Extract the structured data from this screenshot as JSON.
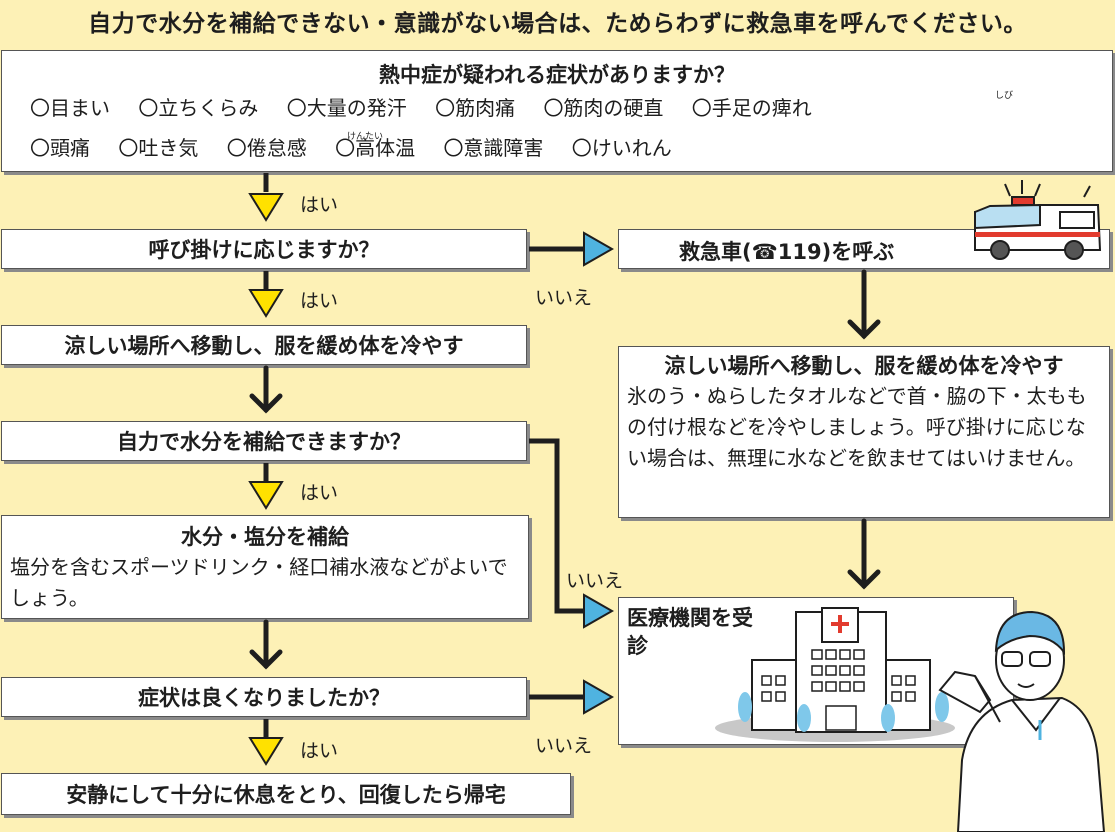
{
  "header": {
    "title": "自力で水分を補給できない・意識がない場合は、ためらわずに救急車を呼んでください。"
  },
  "q1": {
    "title": "熱中症が疑われる症状がありますか？",
    "row1": [
      "〇目まい",
      "〇立ちくらみ",
      "〇大量の発汗",
      "〇筋肉痛",
      "〇筋肉の硬直",
      "〇手足の痺れ"
    ],
    "row2": [
      "〇頭痛",
      "〇吐き気",
      "〇倦怠感",
      "〇高体温",
      "〇意識障害",
      "〇けいれん"
    ],
    "ruby_shibire": "しび",
    "ruby_kentai": "けんたい"
  },
  "labels": {
    "yes": "はい",
    "no": "いいえ"
  },
  "left": {
    "q2": "呼び掛けに応じますか？",
    "step1": "涼しい場所へ移動し、服を緩め体を冷やす",
    "q3": "自力で水分を補給できますか？",
    "hydrate_title": "水分・塩分を補給",
    "hydrate_text": "塩分を含むスポーツドリンク・経口補水液などがよいでしょう。",
    "q4": "症状は良くなりましたか？",
    "rest": "安静にして十分に休息をとり、回復したら帰宅"
  },
  "right": {
    "call": "救急車(☎119)を呼ぶ",
    "cool_title": "涼しい場所へ移動し、服を緩め体を冷やす",
    "cool_text": "氷のう・ぬらしたタオルなどで首・脇の下・太ももの付け根などを冷やしましょう。呼び掛けに応じない場合は、無理に水などを飲ませてはいけません。",
    "hospital": "医療機関を受診"
  },
  "colors": {
    "background": "#fdf1b6",
    "yes_arrow": "#ffe100",
    "no_arrow": "#4fb3e0",
    "line": "#1e1e1e"
  }
}
